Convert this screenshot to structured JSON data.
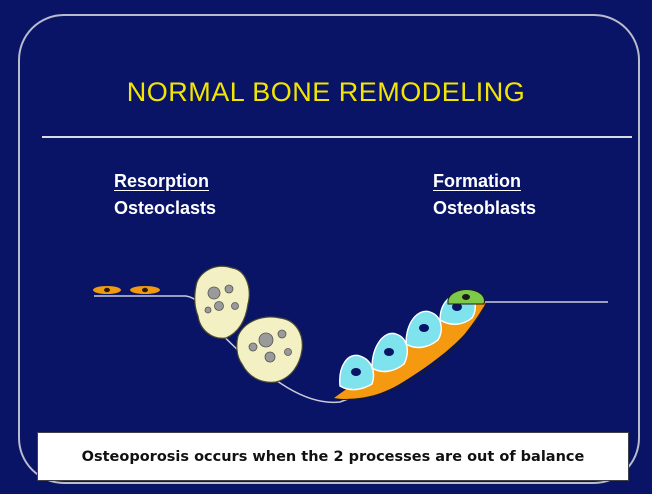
{
  "slide": {
    "title": "NORMAL BONE REMODELING",
    "left_column": {
      "heading": "Resorption",
      "subheading": "Osteoclasts"
    },
    "right_column": {
      "heading": "Formation",
      "subheading": "Osteoblasts"
    }
  },
  "caption": "Osteoporosis occurs when the 2 processes are out of balance",
  "colors": {
    "slide_background": "#0a1466",
    "title": "#f2e600",
    "text": "#ffffff",
    "osteoclast_fill": "#f3f0c4",
    "osteoblast_fill": "#7fe3ee",
    "osteoid": "#f59a10",
    "lining_cell": "#f09a12"
  }
}
